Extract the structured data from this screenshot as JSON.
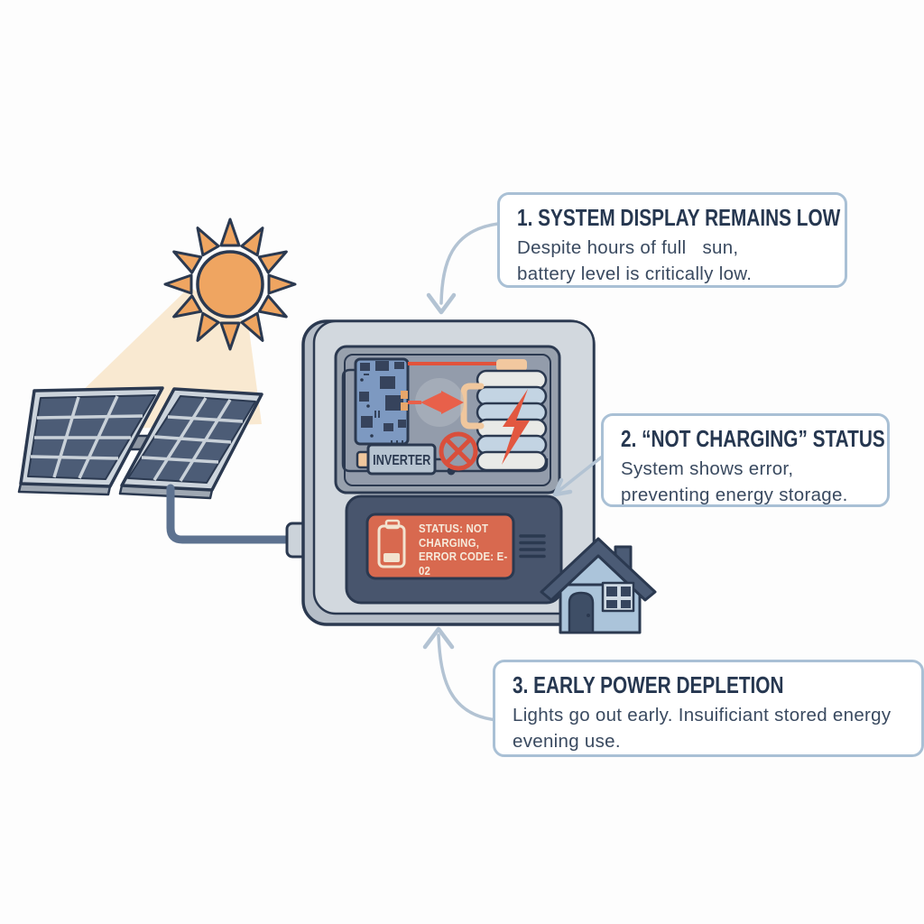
{
  "scene": {
    "background": "#fdfdfd",
    "callouts": [
      {
        "number": "1",
        "title": "1. SYSTEM DISPLAY REMAINS LOW",
        "body": "Despite hours of full   sun,\nbattery level is critically low."
      },
      {
        "number": "2",
        "title": "2. “NOT CHARGING” STATUS",
        "body": "System shows error,\npreventing energy storage."
      },
      {
        "number": "3",
        "title": "3. EARLY POWER DEPLETION",
        "body": "Lights go out early. Insuificiant stored energy\nevening use."
      }
    ],
    "control_unit": {
      "inverter_label": "INVERTER",
      "screen_text": "STATUS: NOT\nCHARGING,\nERROR CODE: E-02",
      "status": "NOT CHARGING",
      "error_code": "E-02"
    },
    "icons": [
      "sun-icon",
      "sunbeam",
      "solar-panel-icon",
      "circuit-board-icon",
      "battery-stack-icon",
      "lightning-icon",
      "diverging-arrows-icon",
      "no-charge-crossed-circle-icon",
      "inverter-box",
      "error-screen",
      "screen-battery-icon",
      "speaker-grille",
      "house-icon",
      "curved-arrow"
    ],
    "colors": {
      "outline": "#2b3950",
      "sun": "#efa561",
      "beam": "#f8e3c6",
      "panel_cell": "#4c5c76",
      "panel_frame": "#ccd4dc",
      "wire": "#5d7290",
      "box_face": "#d2d8de",
      "box_side": "#b6bec8",
      "inner_panel": "#98a1ad",
      "pcb": "#7d99c1",
      "pcb_component": "#36435c",
      "battery_white": "#e9eae7",
      "battery_blue": "#c3d4e3",
      "alert_red": "#e25740",
      "error_screen": "#d8694f",
      "screen_text": "#f6eadb",
      "display_panel": "#48556d",
      "house_body": "#abc4da",
      "house_roof": "#4b5b75",
      "callout_border": "#a9c0d5",
      "callout_title": "#263750",
      "callout_body": "#3a4a60",
      "pointer_arrow": "#b3c3d3",
      "accent_tan": "#f0c79d"
    }
  }
}
